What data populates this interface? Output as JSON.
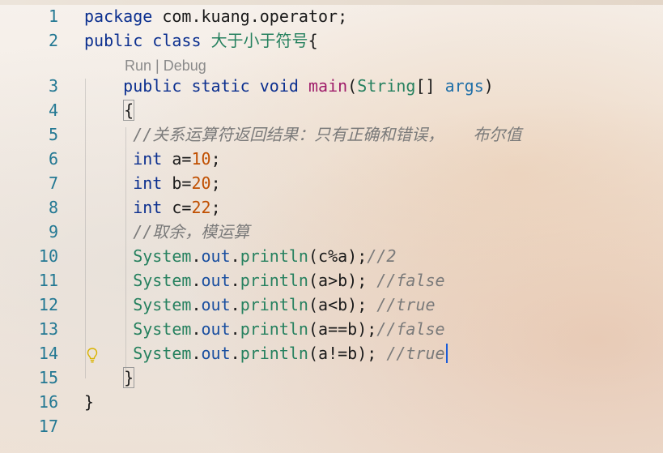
{
  "codelens": {
    "run": "Run",
    "separator": " | ",
    "debug": "Debug"
  },
  "lines": [
    {
      "number": "1",
      "tokens": [
        [
          "kw",
          "package"
        ],
        [
          "plain",
          " com.kuang.operator;"
        ]
      ]
    },
    {
      "number": "2",
      "tokens": [
        [
          "kw",
          "public"
        ],
        [
          "plain",
          " "
        ],
        [
          "kw",
          "class"
        ],
        [
          "plain",
          " "
        ],
        [
          "cls",
          "大于小于符号"
        ],
        [
          "plain",
          "{"
        ]
      ]
    },
    {
      "number": "3",
      "tokens": [
        [
          "plain",
          "    "
        ],
        [
          "kw",
          "public"
        ],
        [
          "plain",
          " "
        ],
        [
          "kw",
          "static"
        ],
        [
          "plain",
          " "
        ],
        [
          "kw",
          "void"
        ],
        [
          "plain",
          " "
        ],
        [
          "fnm",
          "main"
        ],
        [
          "plain",
          "("
        ],
        [
          "cls",
          "String"
        ],
        [
          "plain",
          "[] "
        ],
        [
          "param",
          "args"
        ],
        [
          "plain",
          ")"
        ]
      ]
    },
    {
      "number": "4",
      "tokens": [
        [
          "plain",
          "    "
        ],
        [
          "brace",
          "{"
        ]
      ]
    },
    {
      "number": "5",
      "tokens": [
        [
          "plain",
          "     "
        ],
        [
          "cm",
          "//关系运算符返回结果：只有正确和错误，   布尔值"
        ]
      ]
    },
    {
      "number": "6",
      "tokens": [
        [
          "plain",
          "     "
        ],
        [
          "kw",
          "int"
        ],
        [
          "plain",
          " a="
        ],
        [
          "num",
          "10"
        ],
        [
          "plain",
          ";"
        ]
      ]
    },
    {
      "number": "7",
      "tokens": [
        [
          "plain",
          "     "
        ],
        [
          "kw",
          "int"
        ],
        [
          "plain",
          " b="
        ],
        [
          "num",
          "20"
        ],
        [
          "plain",
          ";"
        ]
      ]
    },
    {
      "number": "8",
      "tokens": [
        [
          "plain",
          "     "
        ],
        [
          "kw",
          "int"
        ],
        [
          "plain",
          " c="
        ],
        [
          "num",
          "22"
        ],
        [
          "plain",
          ";"
        ]
      ]
    },
    {
      "number": "9",
      "tokens": [
        [
          "plain",
          "     "
        ],
        [
          "cm",
          "//取余，模运算"
        ]
      ]
    },
    {
      "number": "10",
      "tokens": [
        [
          "plain",
          "     "
        ],
        [
          "cls",
          "System"
        ],
        [
          "plain",
          "."
        ],
        [
          "field",
          "out"
        ],
        [
          "plain",
          "."
        ],
        [
          "cls",
          "println"
        ],
        [
          "plain",
          "(c%a);"
        ],
        [
          "cm",
          "//2"
        ]
      ]
    },
    {
      "number": "11",
      "tokens": [
        [
          "plain",
          "     "
        ],
        [
          "cls",
          "System"
        ],
        [
          "plain",
          "."
        ],
        [
          "field",
          "out"
        ],
        [
          "plain",
          "."
        ],
        [
          "cls",
          "println"
        ],
        [
          "plain",
          "(a>b); "
        ],
        [
          "cm",
          "//false"
        ]
      ]
    },
    {
      "number": "12",
      "tokens": [
        [
          "plain",
          "     "
        ],
        [
          "cls",
          "System"
        ],
        [
          "plain",
          "."
        ],
        [
          "field",
          "out"
        ],
        [
          "plain",
          "."
        ],
        [
          "cls",
          "println"
        ],
        [
          "plain",
          "(a<b); "
        ],
        [
          "cm",
          "//true"
        ]
      ]
    },
    {
      "number": "13",
      "tokens": [
        [
          "plain",
          "     "
        ],
        [
          "cls",
          "System"
        ],
        [
          "plain",
          "."
        ],
        [
          "field",
          "out"
        ],
        [
          "plain",
          "."
        ],
        [
          "cls",
          "println"
        ],
        [
          "plain",
          "(a==b);"
        ],
        [
          "cm",
          "//false"
        ]
      ]
    },
    {
      "number": "14",
      "tokens": [
        [
          "plain",
          "     "
        ],
        [
          "cls",
          "System"
        ],
        [
          "plain",
          "."
        ],
        [
          "field",
          "out"
        ],
        [
          "plain",
          "."
        ],
        [
          "cls",
          "println"
        ],
        [
          "plain",
          "(a!=b); "
        ],
        [
          "cm",
          "//true"
        ]
      ],
      "cursor": true,
      "lightbulb": true
    },
    {
      "number": "15",
      "tokens": [
        [
          "plain",
          "    "
        ],
        [
          "brace",
          "}"
        ]
      ]
    },
    {
      "number": "16",
      "tokens": [
        [
          "plain",
          "}"
        ]
      ]
    },
    {
      "number": "17",
      "tokens": []
    }
  ],
  "icons": {
    "lightbulb": "lightbulb-icon"
  },
  "colors": {
    "line_number": "#237893",
    "keyword": "#0b2f8f",
    "type_class": "#26815f",
    "method_name": "#a01d6a",
    "parameter": "#1f6fa8",
    "number": "#c04f00",
    "comment": "#7a7a7a",
    "field": "#1a4fa0",
    "cursor": "#1a5bd8"
  }
}
